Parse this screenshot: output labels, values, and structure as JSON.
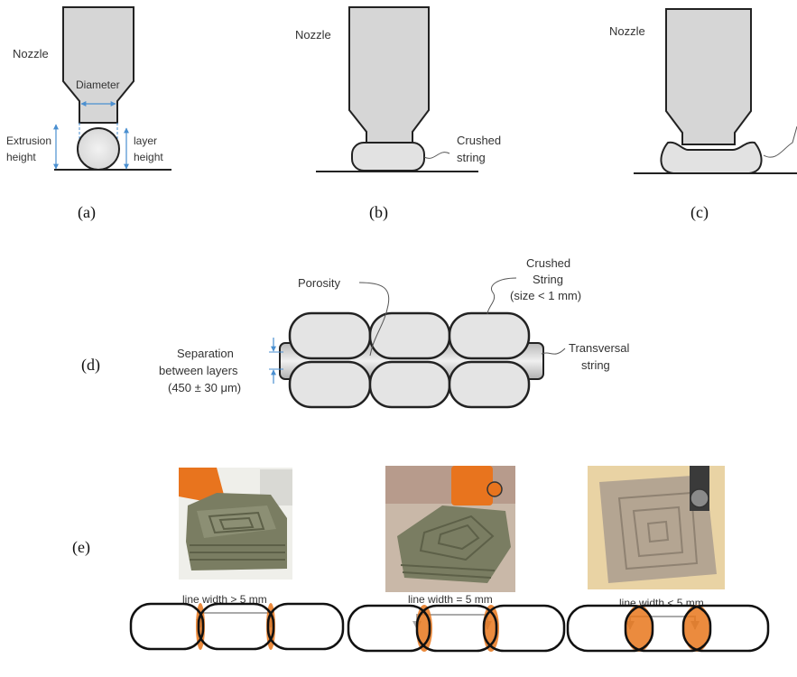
{
  "panel_a": {
    "letter": "(a)",
    "nozzle": "Nozzle",
    "diameter": "Diameter",
    "extrusion_l1": "Extrusion",
    "extrusion_l2": "height",
    "layer_l1": "layer",
    "layer_l2": "height"
  },
  "panel_b": {
    "letter": "(b)",
    "nozzle": "Nozzle",
    "crushed_l1": "Crushed",
    "crushed_l2": "string"
  },
  "panel_c": {
    "letter": "(c)",
    "nozzle": "Nozzle"
  },
  "panel_d": {
    "letter": "(d)",
    "porosity": "Porosity",
    "crushed_l1": "Crushed",
    "crushed_l2": "String",
    "crushed_l3": "(size < 1 mm)",
    "transversal_l1": "Transversal",
    "transversal_l2": "string",
    "separation_l1": "Separation",
    "separation_l2": "between layers",
    "separation_l3": "(450 ± 30 μm)"
  },
  "panel_e": {
    "letter": "(e)",
    "width_1": "line width > 5 mm",
    "width_2": "line width = 5 mm",
    "width_3": "line width < 5 mm"
  },
  "colors": {
    "nozzle_fill": "#d6d6d6",
    "string_fill": "#e2e2e2",
    "arrow_blue": "#4a8fd0",
    "overlap_orange": "#e8771c",
    "clay_green": "#7a7d62",
    "clay_beige": "#b4a592"
  }
}
